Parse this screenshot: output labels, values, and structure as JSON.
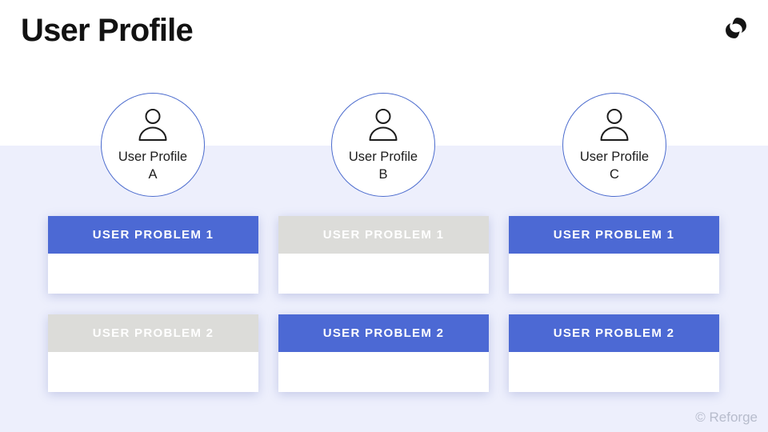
{
  "slide": {
    "title": "User Profile",
    "watermark": "© Reforge",
    "icons": {
      "logo": "reforge-logo",
      "profile": "person-icon"
    },
    "colors": {
      "accent_blue": "#4c69d4",
      "inactive_gray": "#dcdcd9",
      "band_lavender": "#edeffc",
      "circle_border_blue": "#4c6cce",
      "card_white": "#ffffff",
      "title_black": "#121212",
      "watermark_gray": "#b7bccc"
    },
    "columns": [
      {
        "profile_line1": "User Profile",
        "profile_line2": "A",
        "problems": [
          {
            "label": "USER PROBLEM 1",
            "state": "active"
          },
          {
            "label": "USER PROBLEM 2",
            "state": "inactive"
          }
        ]
      },
      {
        "profile_line1": "User Profile",
        "profile_line2": "B",
        "problems": [
          {
            "label": "USER PROBLEM 1",
            "state": "inactive"
          },
          {
            "label": "USER PROBLEM 2",
            "state": "active"
          }
        ]
      },
      {
        "profile_line1": "User Profile",
        "profile_line2": "C",
        "problems": [
          {
            "label": "USER PROBLEM 1",
            "state": "active"
          },
          {
            "label": "USER PROBLEM 2",
            "state": "active"
          }
        ]
      }
    ]
  }
}
